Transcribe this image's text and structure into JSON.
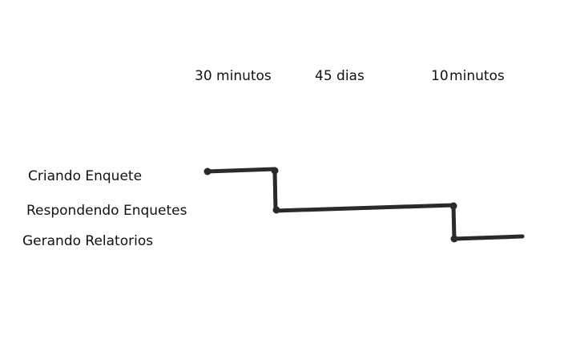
{
  "durations": [
    "30 minutos",
    "45 dias",
    "10 minutos"
  ],
  "stages": [
    "Criando Enquete",
    "Respondendo Enquetes",
    "Gerando Relatorios"
  ],
  "line_color": "#2a2a2a"
}
